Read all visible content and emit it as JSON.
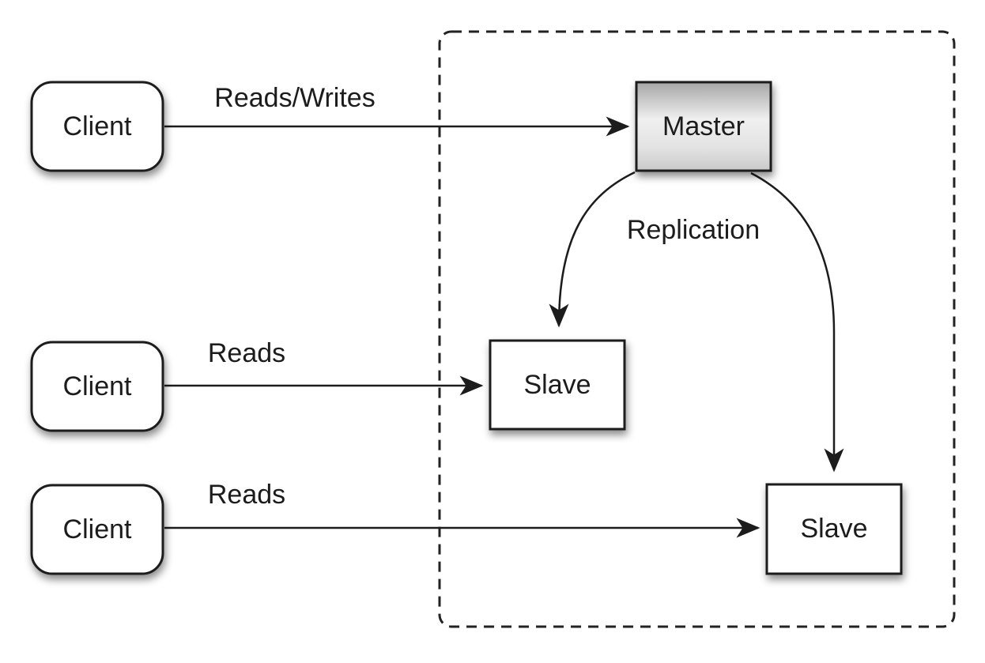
{
  "diagram": {
    "type": "master-slave-replication-diagram",
    "nodes": {
      "client1": {
        "label": "Client"
      },
      "client2": {
        "label": "Client"
      },
      "client3": {
        "label": "Client"
      },
      "master": {
        "label": "Master"
      },
      "slave1": {
        "label": "Slave"
      },
      "slave2": {
        "label": "Slave"
      }
    },
    "edges": {
      "client1_master": {
        "label": "Reads/Writes"
      },
      "client2_slave1": {
        "label": "Reads"
      },
      "client3_slave2": {
        "label": "Reads"
      },
      "master_slaves": {
        "label": "Replication"
      }
    },
    "colors": {
      "background": "#ffffff",
      "stroke": "#1c1c1c",
      "text": "#1c1c1c",
      "node_fill": "#ffffff",
      "master_gradient_top": "#a6a6a6",
      "master_gradient_middle": "#f0f0f0",
      "master_gradient_bottom": "#c9c9c9",
      "shadow": "rgba(0,0,0,0.45)"
    }
  }
}
